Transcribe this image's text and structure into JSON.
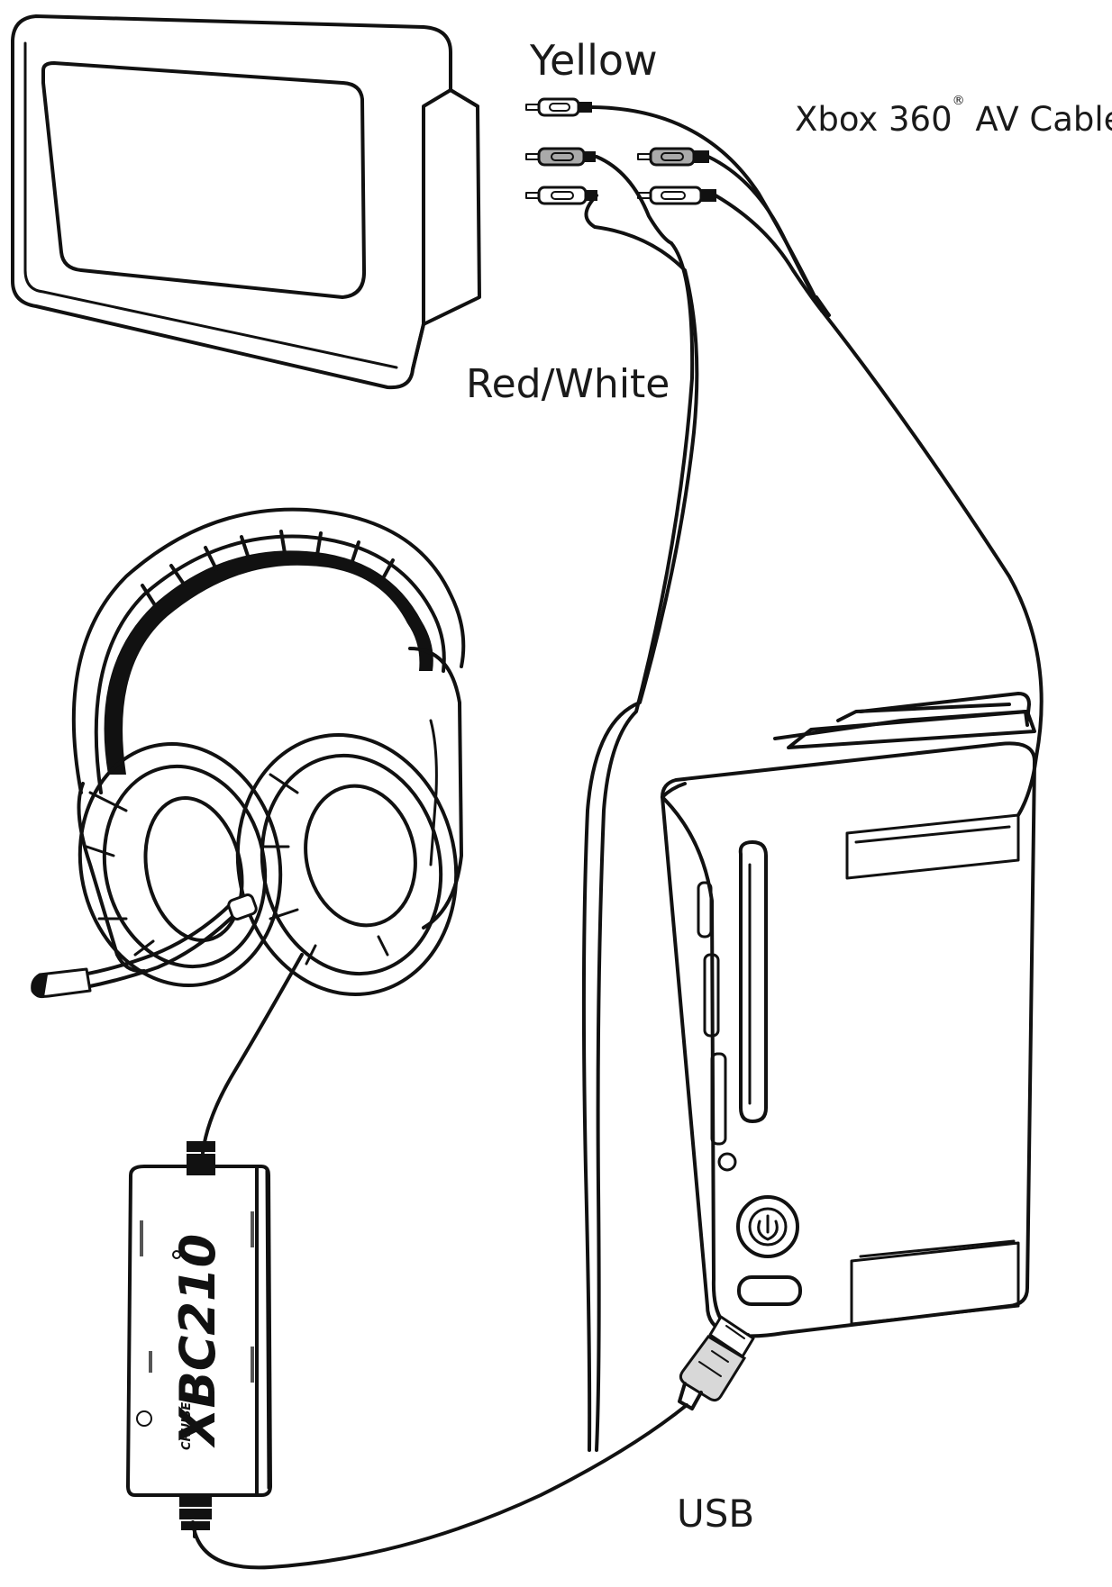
{
  "labels": {
    "yellow": "Yellow",
    "av_cable": "Xbox 360",
    "av_cable_mark": "®",
    "av_cable_suffix": " AV Cable",
    "red_white": "Red/White",
    "usb": "USB"
  },
  "amplifier": {
    "brand": "CRUISER",
    "model": "XBC210"
  },
  "colors": {
    "line": "#111111",
    "background": "#ffffff"
  }
}
